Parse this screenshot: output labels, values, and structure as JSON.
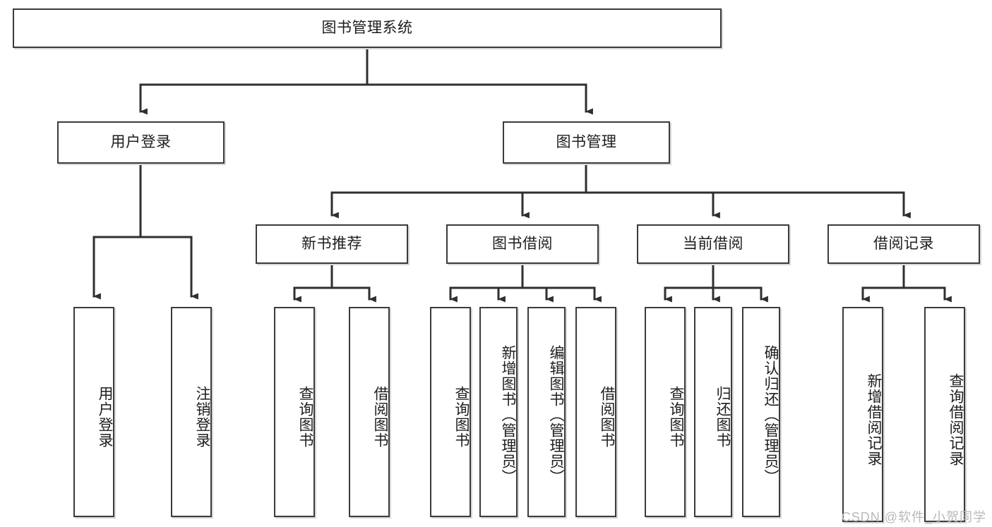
{
  "diagram": {
    "type": "tree",
    "title": "图书管理系统",
    "root": {
      "label": "图书管理系统",
      "id": "root"
    },
    "level2": [
      {
        "id": "user-login",
        "label": "用户登录"
      },
      {
        "id": "book-manage",
        "label": "图书管理"
      }
    ],
    "level3": [
      {
        "id": "new-book-recommend",
        "label": "新书推荐",
        "parent": "book-manage"
      },
      {
        "id": "book-borrow",
        "label": "图书借阅",
        "parent": "book-manage"
      },
      {
        "id": "current-borrow",
        "label": "当前借阅",
        "parent": "book-manage"
      },
      {
        "id": "borrow-record",
        "label": "借阅记录",
        "parent": "book-manage"
      }
    ],
    "leaves": {
      "user-login": [
        {
          "id": "leaf-user-login",
          "label": "用户登录"
        },
        {
          "id": "leaf-user-logout",
          "label": "注销登录"
        }
      ],
      "new-book-recommend": [
        {
          "id": "leaf-query-book-1",
          "label": "查询图书"
        },
        {
          "id": "leaf-borrow-book-1",
          "label": "借阅图书"
        }
      ],
      "book-borrow": [
        {
          "id": "leaf-query-book-2",
          "label": "查询图书"
        },
        {
          "id": "leaf-add-book",
          "label": "新增图书（管理员）"
        },
        {
          "id": "leaf-edit-book",
          "label": "编辑图书（管理员）"
        },
        {
          "id": "leaf-borrow-book-2",
          "label": "借阅图书"
        }
      ],
      "current-borrow": [
        {
          "id": "leaf-query-book-3",
          "label": "查询图书"
        },
        {
          "id": "leaf-return-book",
          "label": "归还图书"
        },
        {
          "id": "leaf-confirm-return",
          "label": "确认归还（管理员）"
        }
      ],
      "borrow-record": [
        {
          "id": "leaf-add-record",
          "label": "新增借阅记录"
        },
        {
          "id": "leaf-query-record",
          "label": "查询借阅记录"
        }
      ]
    },
    "colors": {
      "box_border": "#3b3b3b",
      "box_fill": "#ffffff",
      "box_shadow": "#d8d8d8",
      "connector": "#2f2f2f",
      "text": "#1d1d1d",
      "watermark": "#b9b9b9"
    }
  },
  "watermark": {
    "text": "CSDN @软件_小贺同学"
  }
}
